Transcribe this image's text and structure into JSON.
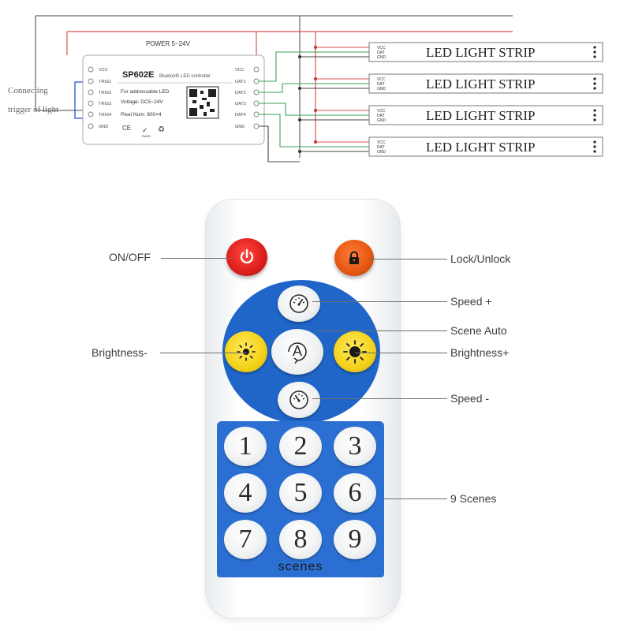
{
  "wiring": {
    "power_label": "POWER  5~24V",
    "trigger_label_line1": "Connecting",
    "trigger_label_line2": "trigger of light",
    "controller": {
      "model": "SP602E",
      "subtitle": "Bluetooth LED controller",
      "spec1": "For addressable LED",
      "spec2": "Voltage: DC5~24V",
      "spec3": "Pixel Num: 800×4",
      "left_pins": [
        "VCC",
        "TRIG1",
        "TRIG2",
        "TRIG3",
        "TRIG4",
        "GND"
      ],
      "right_pins": [
        "VCC",
        "DAT1",
        "DAT2",
        "DAT3",
        "DAT4",
        "GND"
      ],
      "marks": [
        "CE",
        "RoHS"
      ]
    },
    "strip_pins": [
      "VCC",
      "DAT",
      "GND"
    ],
    "strips": [
      "LED  LIGHT STRIP",
      "LED  LIGHT STRIP",
      "LED  LIGHT STRIP",
      "LED  LIGHT STRIP"
    ]
  },
  "remote": {
    "labels": {
      "on_off": "ON/OFF",
      "lock_unlock": "Lock/Unlock",
      "speed_plus": "Speed +",
      "scene_auto": "Scene Auto",
      "brightness_minus": "Brightness-",
      "brightness_plus": "Brightness+",
      "speed_minus": "Speed -",
      "nine_scenes": "9 Scenes"
    },
    "auto_letter": "A",
    "scene_buttons": [
      "1",
      "2",
      "3",
      "4",
      "5",
      "6",
      "7",
      "8",
      "9"
    ],
    "scenes_word": "scenes"
  },
  "colors": {
    "power_red": "#e02020",
    "lock_orange": "#e85a14",
    "remote_blue": "#1f66c8",
    "sun_yellow": "#f4d21a",
    "wire_red": "#d9534f",
    "wire_green": "#3aa05a",
    "wire_blue": "#3a6fd0"
  }
}
